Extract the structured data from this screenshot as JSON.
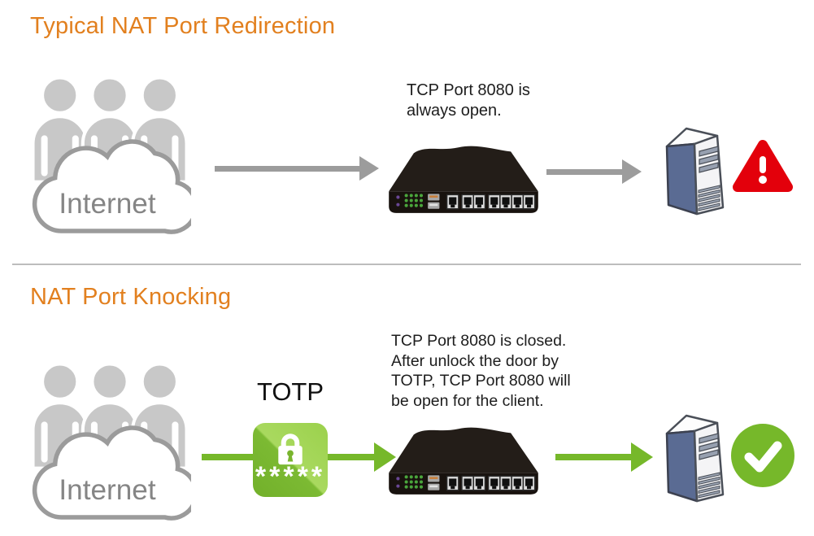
{
  "colors": {
    "accent_orange": "#E2801F",
    "arrow_gray": "#9C9C9C",
    "accent_green": "#76B82A",
    "alert_red": "#E3000B",
    "server_blue": "#5A6B93"
  },
  "top": {
    "title": "Typical NAT Port Redirection",
    "internet_label": "Internet",
    "router_note_lines": [
      "TCP Port 8080 is",
      "always open."
    ],
    "status_icon": "warning-triangle"
  },
  "bottom": {
    "title": "NAT Port Knocking",
    "internet_label": "Internet",
    "totp_label": "TOTP",
    "totp_code": "*****",
    "router_note_lines": [
      "TCP Port 8080 is closed.",
      "After unlock the door by",
      "TOTP, TCP Port 8080 will",
      "be open for the client."
    ],
    "status_icon": "check-circle"
  }
}
